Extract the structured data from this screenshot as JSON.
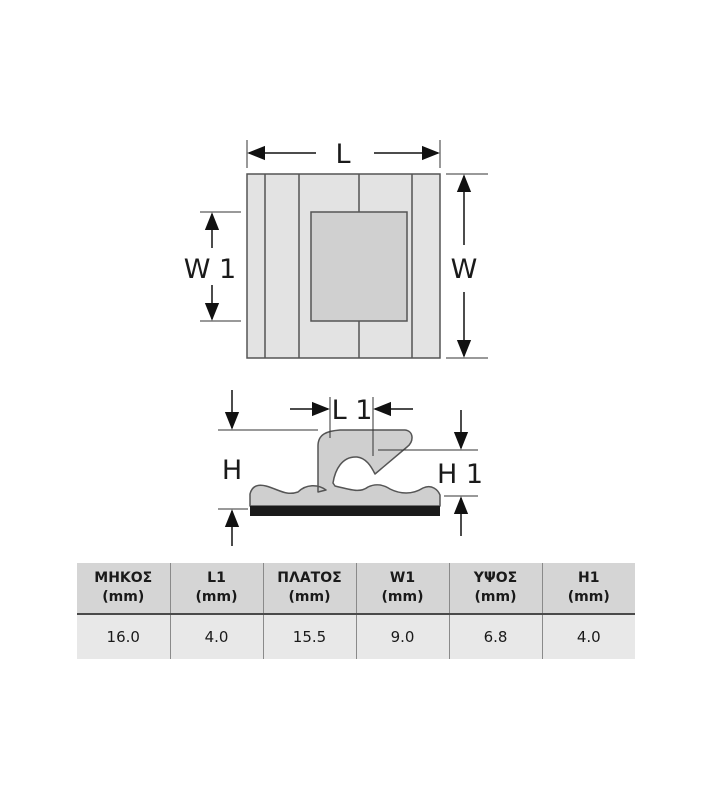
{
  "diagram": {
    "labels": {
      "length": "L",
      "width": "W",
      "inner_width": "W 1",
      "inner_length": "L 1",
      "height": "H",
      "inner_height": "H 1"
    },
    "colors": {
      "body_fill": "#e3e3e3",
      "inner_fill": "#d0d0d0",
      "profile_fill": "#cfcfcf",
      "base": "#1a1a1a",
      "line": "#555555"
    }
  },
  "table": {
    "headers": [
      {
        "line1": "ΜΗΚΟΣ",
        "line2": "(mm)"
      },
      {
        "line1": "L1",
        "line2": "(mm)"
      },
      {
        "line1": "ΠΛΑΤΟΣ",
        "line2": "(mm)"
      },
      {
        "line1": "W1",
        "line2": "(mm)"
      },
      {
        "line1": "ΥΨΟΣ",
        "line2": "(mm)"
      },
      {
        "line1": "H1",
        "line2": "(mm)"
      }
    ],
    "values": [
      "16.0",
      "4.0",
      "15.5",
      "9.0",
      "6.8",
      "4.0"
    ]
  }
}
